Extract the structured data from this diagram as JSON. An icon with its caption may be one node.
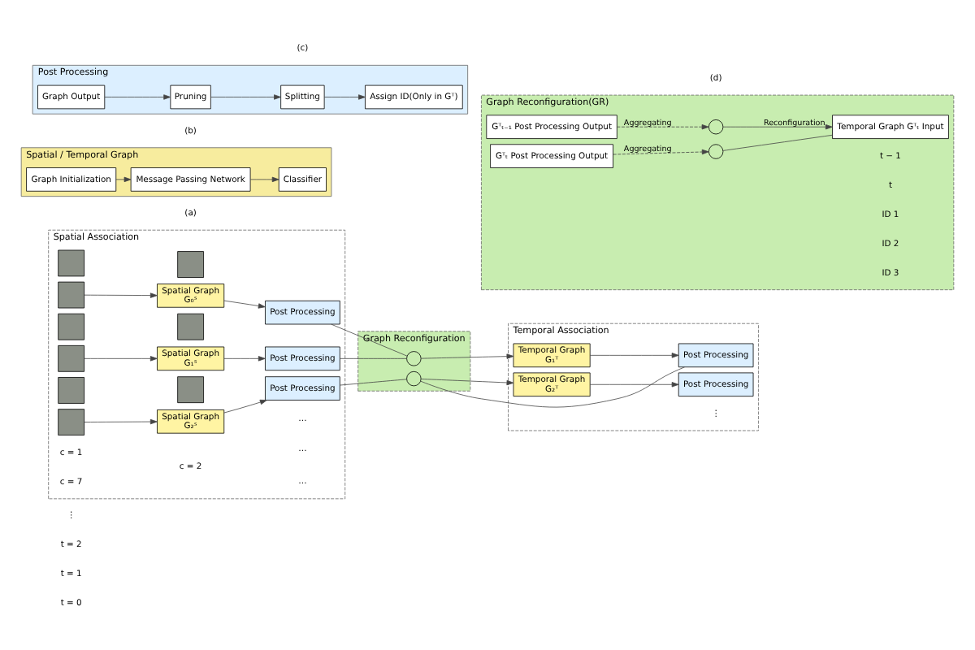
{
  "diagram": {
    "nodes": [
      {
        "text": [
          "Spatial Association"
        ]
      },
      {
        "text": [],
        "shape": "box",
        "in": 0
      },
      {
        "text": [],
        "shape": "box",
        "in": 0
      },
      {
        "text": [],
        "shape": "box",
        "in": 0
      },
      {
        "text": [],
        "shape": "box",
        "in": 0
      },
      {
        "text": [],
        "shape": "box",
        "in": 0
      },
      {
        "text": [],
        "shape": "box",
        "in": 0
      },
      {
        "text": [],
        "shape": "box",
        "in": 0
      },
      {
        "text": [],
        "shape": "box",
        "in": 0
      },
      {
        "text": [],
        "shape": "box",
        "in": 0
      },
      {
        "text": [
          "Spatial Graph",
          "G₀ˢ"
        ],
        "in": 0
      },
      {
        "text": [
          "Post Processing"
        ],
        "in": 0
      },
      {
        "text": [
          "Spatial Graph",
          "G₁ˢ"
        ],
        "in": 0
      },
      {
        "text": [
          "Post Processing"
        ],
        "in": 0
      },
      {
        "text": [
          "Spatial Graph",
          "G₂ˢ"
        ],
        "in": 0
      },
      {
        "text": [
          "Post Processing"
        ],
        "in": 0
      },
      {
        "text": [
          "Graph Reconfiguration"
        ]
      },
      {
        "text": [],
        "shape": "circle",
        "in": 16
      },
      {
        "text": [],
        "shape": "circle",
        "in": 16
      },
      {
        "text": [
          "Temporal Association"
        ]
      },
      {
        "text": [
          "Temporal Graph",
          "G₁ᵀ"
        ],
        "in": 19
      },
      {
        "text": [
          "Post Processing"
        ],
        "in": 19
      },
      {
        "text": [
          "Temporal Graph",
          "G₂ᵀ"
        ],
        "in": 19
      },
      {
        "text": [
          "Post Processing"
        ],
        "in": 19
      },
      {
        "text": [
          "Spatial / Temporal Graph"
        ]
      },
      {
        "text": [
          "Graph Initialization"
        ],
        "in": 24
      },
      {
        "text": [
          "Message Passing Network"
        ],
        "in": 24
      },
      {
        "text": [
          "Classifier"
        ],
        "in": 24
      },
      {
        "text": [
          "Post Processing"
        ]
      },
      {
        "text": [
          "Graph Output"
        ],
        "in": 28
      },
      {
        "text": [
          "Pruning"
        ],
        "in": 28
      },
      {
        "text": [
          "Splitting"
        ],
        "in": 28
      },
      {
        "text": [
          "Assign ID(Only in Gᵀ)"
        ],
        "in": 28
      },
      {
        "text": [
          "Graph Reconfiguration(GR)"
        ]
      },
      {
        "text": [
          "Gᵀₜ₋₁ Post Processing Output"
        ],
        "in": 33
      },
      {
        "text": [
          "Gᵀₜ Post Processing Output"
        ],
        "in": 33
      },
      {
        "text": [],
        "shape": "circle",
        "in": 33
      },
      {
        "text": [],
        "shape": "circle",
        "in": 33
      },
      {
        "text": [
          "Temporal Graph Gᵀₜ Input"
        ],
        "in": 33
      }
    ],
    "edges": [
      {
        "from": 3,
        "to": 10,
        "arrow": "to"
      },
      {
        "from": 10,
        "to": 11,
        "arrow": "to"
      },
      {
        "from": 6,
        "to": 12,
        "arrow": "to"
      },
      {
        "from": 12,
        "to": 13,
        "arrow": "to"
      },
      {
        "from": 9,
        "to": 14,
        "arrow": "to"
      },
      {
        "from": 14,
        "to": 15,
        "arrow": "to"
      },
      {
        "from": 11,
        "to": 17,
        "arrow": "none"
      },
      {
        "from": 13,
        "to": 17,
        "arrow": "none"
      },
      {
        "from": 17,
        "to": 20,
        "arrow": "to"
      },
      {
        "from": 20,
        "to": 21,
        "arrow": "to"
      },
      {
        "from": 15,
        "to": 18,
        "arrow": "none"
      },
      {
        "from": 21,
        "to": 18,
        "arrow": "none"
      },
      {
        "from": 18,
        "to": 22,
        "arrow": "to"
      },
      {
        "from": 22,
        "to": 23,
        "arrow": "to"
      },
      {
        "from": 25,
        "to": 26,
        "arrow": "to"
      },
      {
        "from": 26,
        "to": 27,
        "arrow": "to"
      },
      {
        "from": 29,
        "to": 30,
        "arrow": "to"
      },
      {
        "from": 30,
        "to": 31,
        "arrow": "to"
      },
      {
        "from": 31,
        "to": 32,
        "arrow": "to"
      },
      {
        "from": 34,
        "to": 36,
        "label": "Aggregating",
        "arrow": "to",
        "style": "dashed"
      },
      {
        "from": 35,
        "to": 37,
        "label": "Aggregating",
        "arrow": "to",
        "style": "dashed"
      },
      {
        "from": 36,
        "to": 38,
        "label": "Reconfiguration",
        "arrow": "to"
      },
      {
        "from": 37,
        "to": 38,
        "arrow": "none"
      }
    ],
    "labels": [
      "c = 1",
      "c = 2",
      "c = 7",
      "t = 0",
      "…",
      "t = 1",
      "…",
      "t = 2",
      "…",
      "⋮",
      "⋮",
      "(a)",
      "t − 1",
      "t",
      "ID 1",
      "ID 2",
      "ID 3",
      "(b)",
      "(c)",
      "(d)"
    ]
  }
}
